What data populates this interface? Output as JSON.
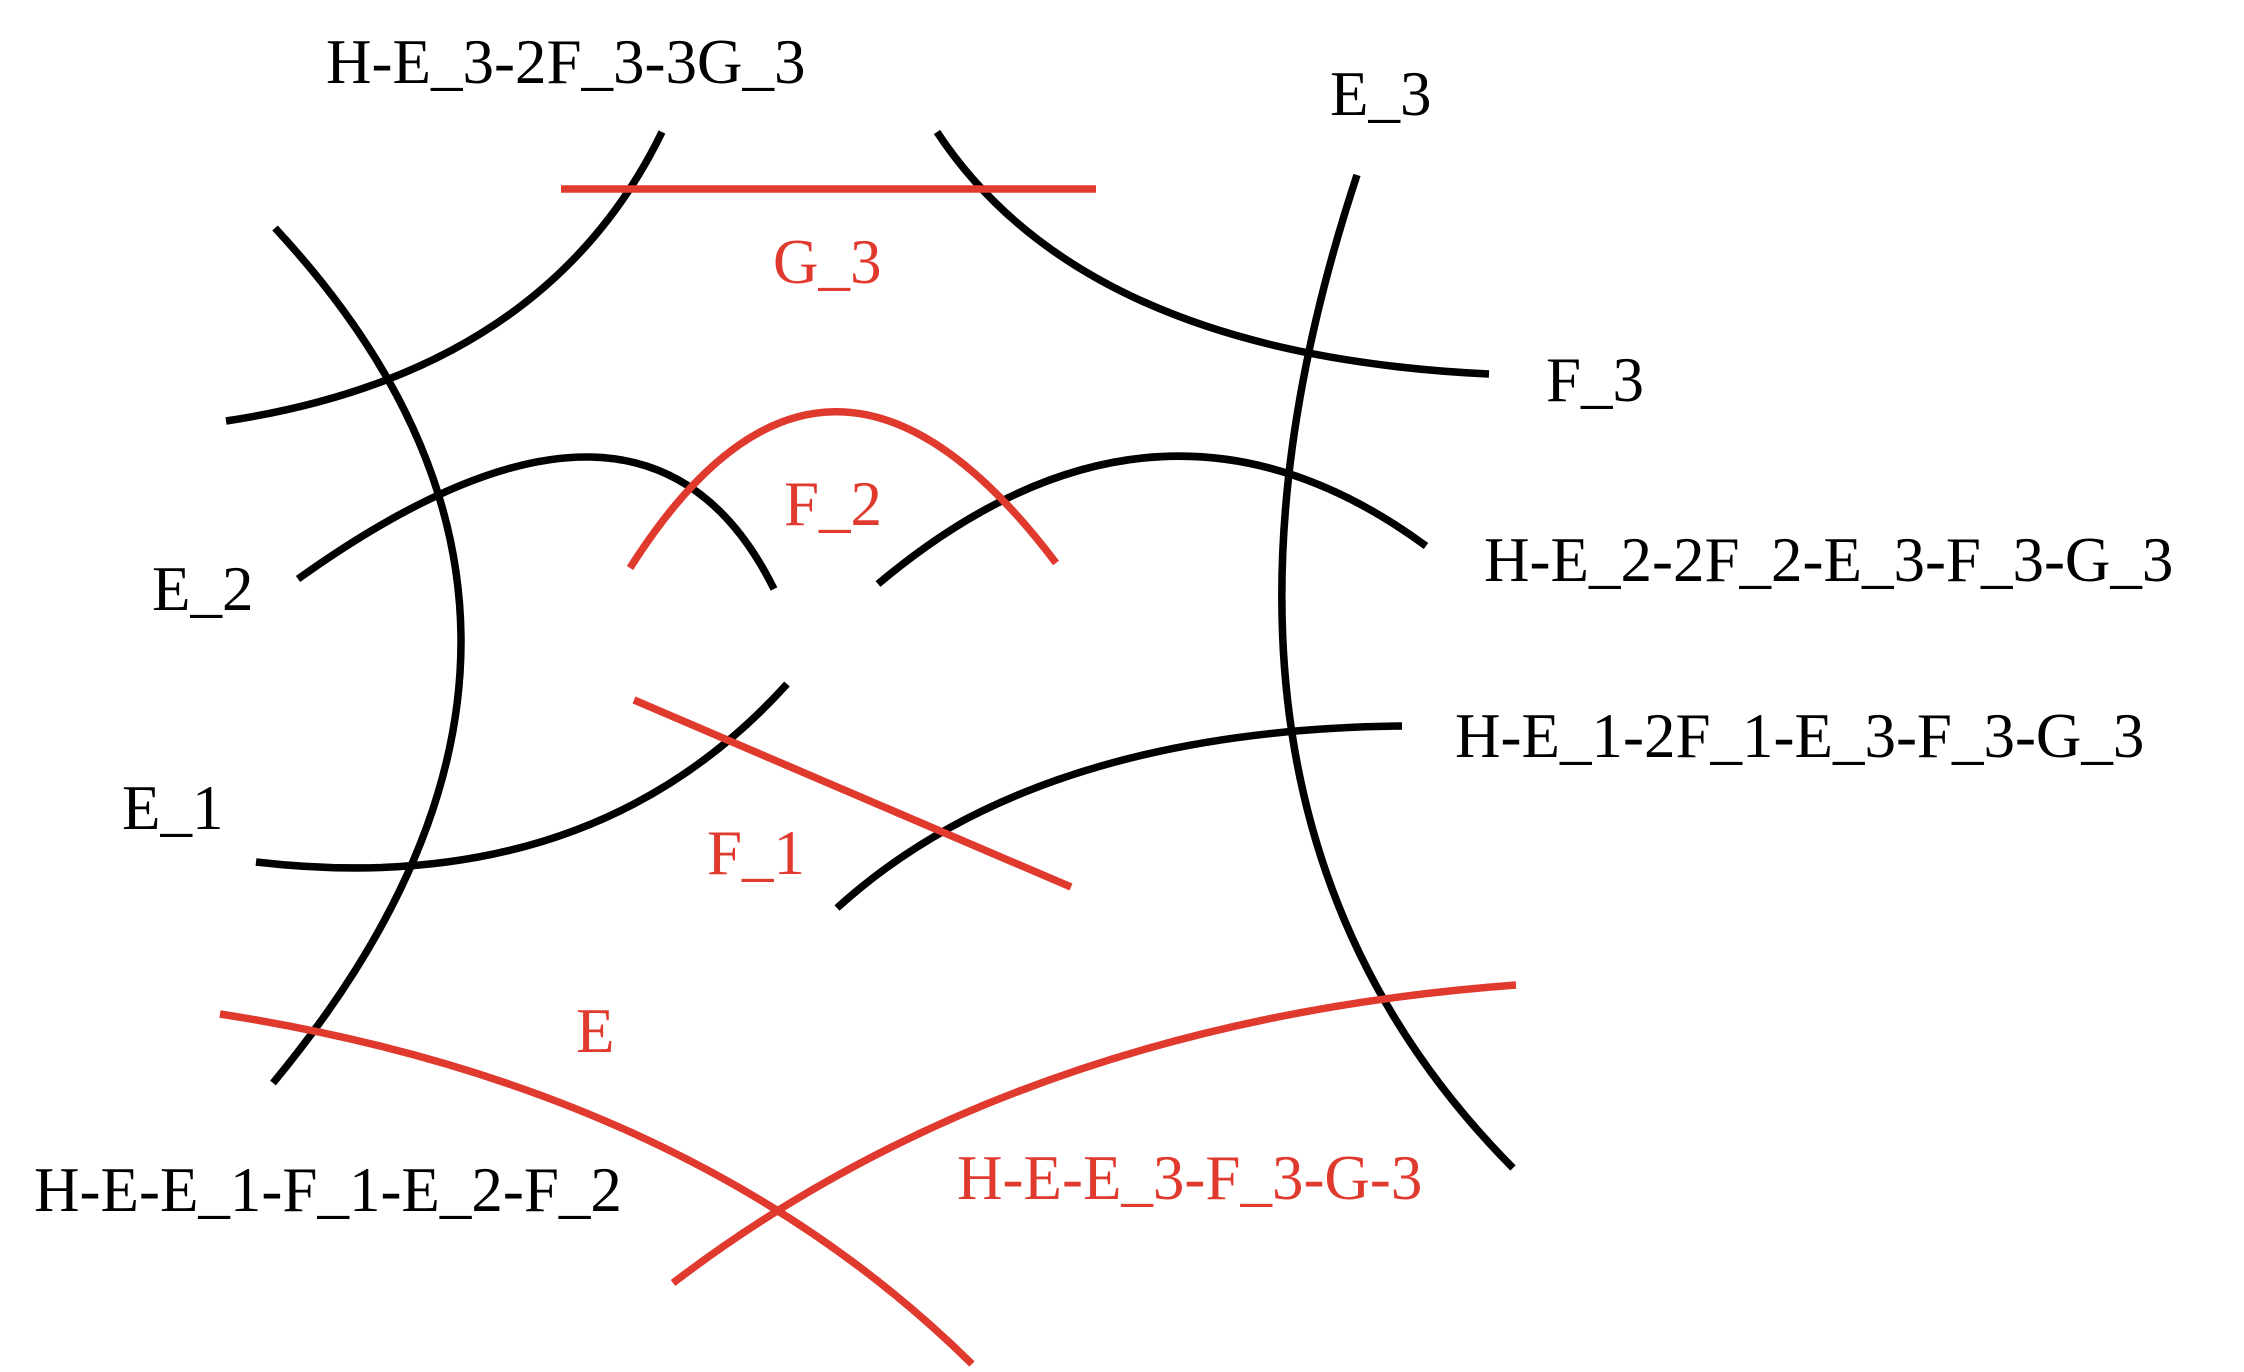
{
  "colors": {
    "black": "#000000",
    "red": "#e03a2f"
  },
  "labels": {
    "top_curve": "H-E_3-2F_3-3G_3",
    "e3": "E_3",
    "g3": "G_3",
    "f3": "F_3",
    "f2": "F_2",
    "e2": "E_2",
    "mid_curve_2": "H-E_2-2F_2-E_3-F_3-G_3",
    "mid_curve_1": "H-E_1-2F_1-E_3-F_3-G_3",
    "e1": "E_1",
    "f1": "F_1",
    "e": "E",
    "bottom_left": "H-E-E_1-F_1-E_2-F_2",
    "bottom_right": "H-E-E_3-F_3-G-3"
  }
}
